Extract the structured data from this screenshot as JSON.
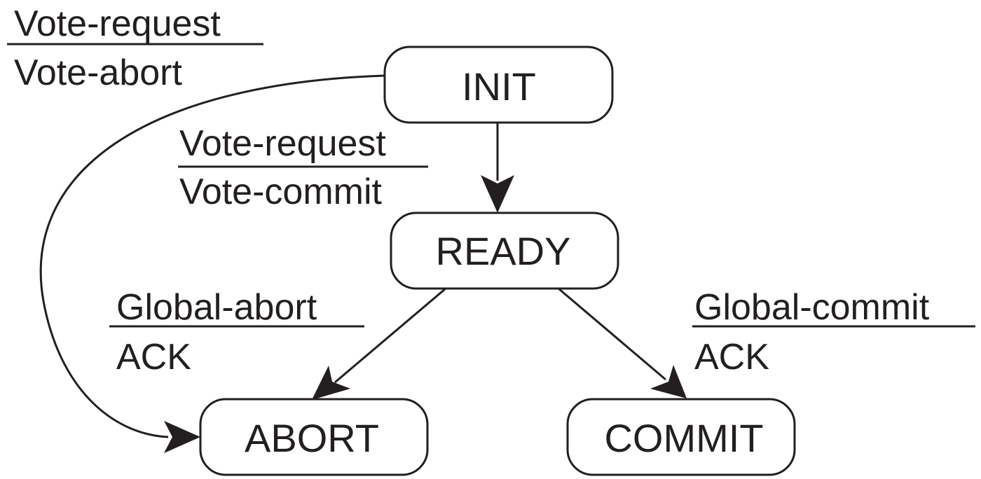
{
  "states": {
    "init": "INIT",
    "ready": "READY",
    "abort": "ABORT",
    "commit": "COMMIT"
  },
  "transitions": {
    "init_to_abort": {
      "event": "Vote-request",
      "action": "Vote-abort"
    },
    "init_to_ready": {
      "event": "Vote-request",
      "action": "Vote-commit"
    },
    "ready_to_abort": {
      "event": "Global-abort",
      "action": "ACK"
    },
    "ready_to_commit": {
      "event": "Global-commit",
      "action": "ACK"
    }
  },
  "colors": {
    "ink": "#231f20",
    "background": "#ffffff"
  }
}
